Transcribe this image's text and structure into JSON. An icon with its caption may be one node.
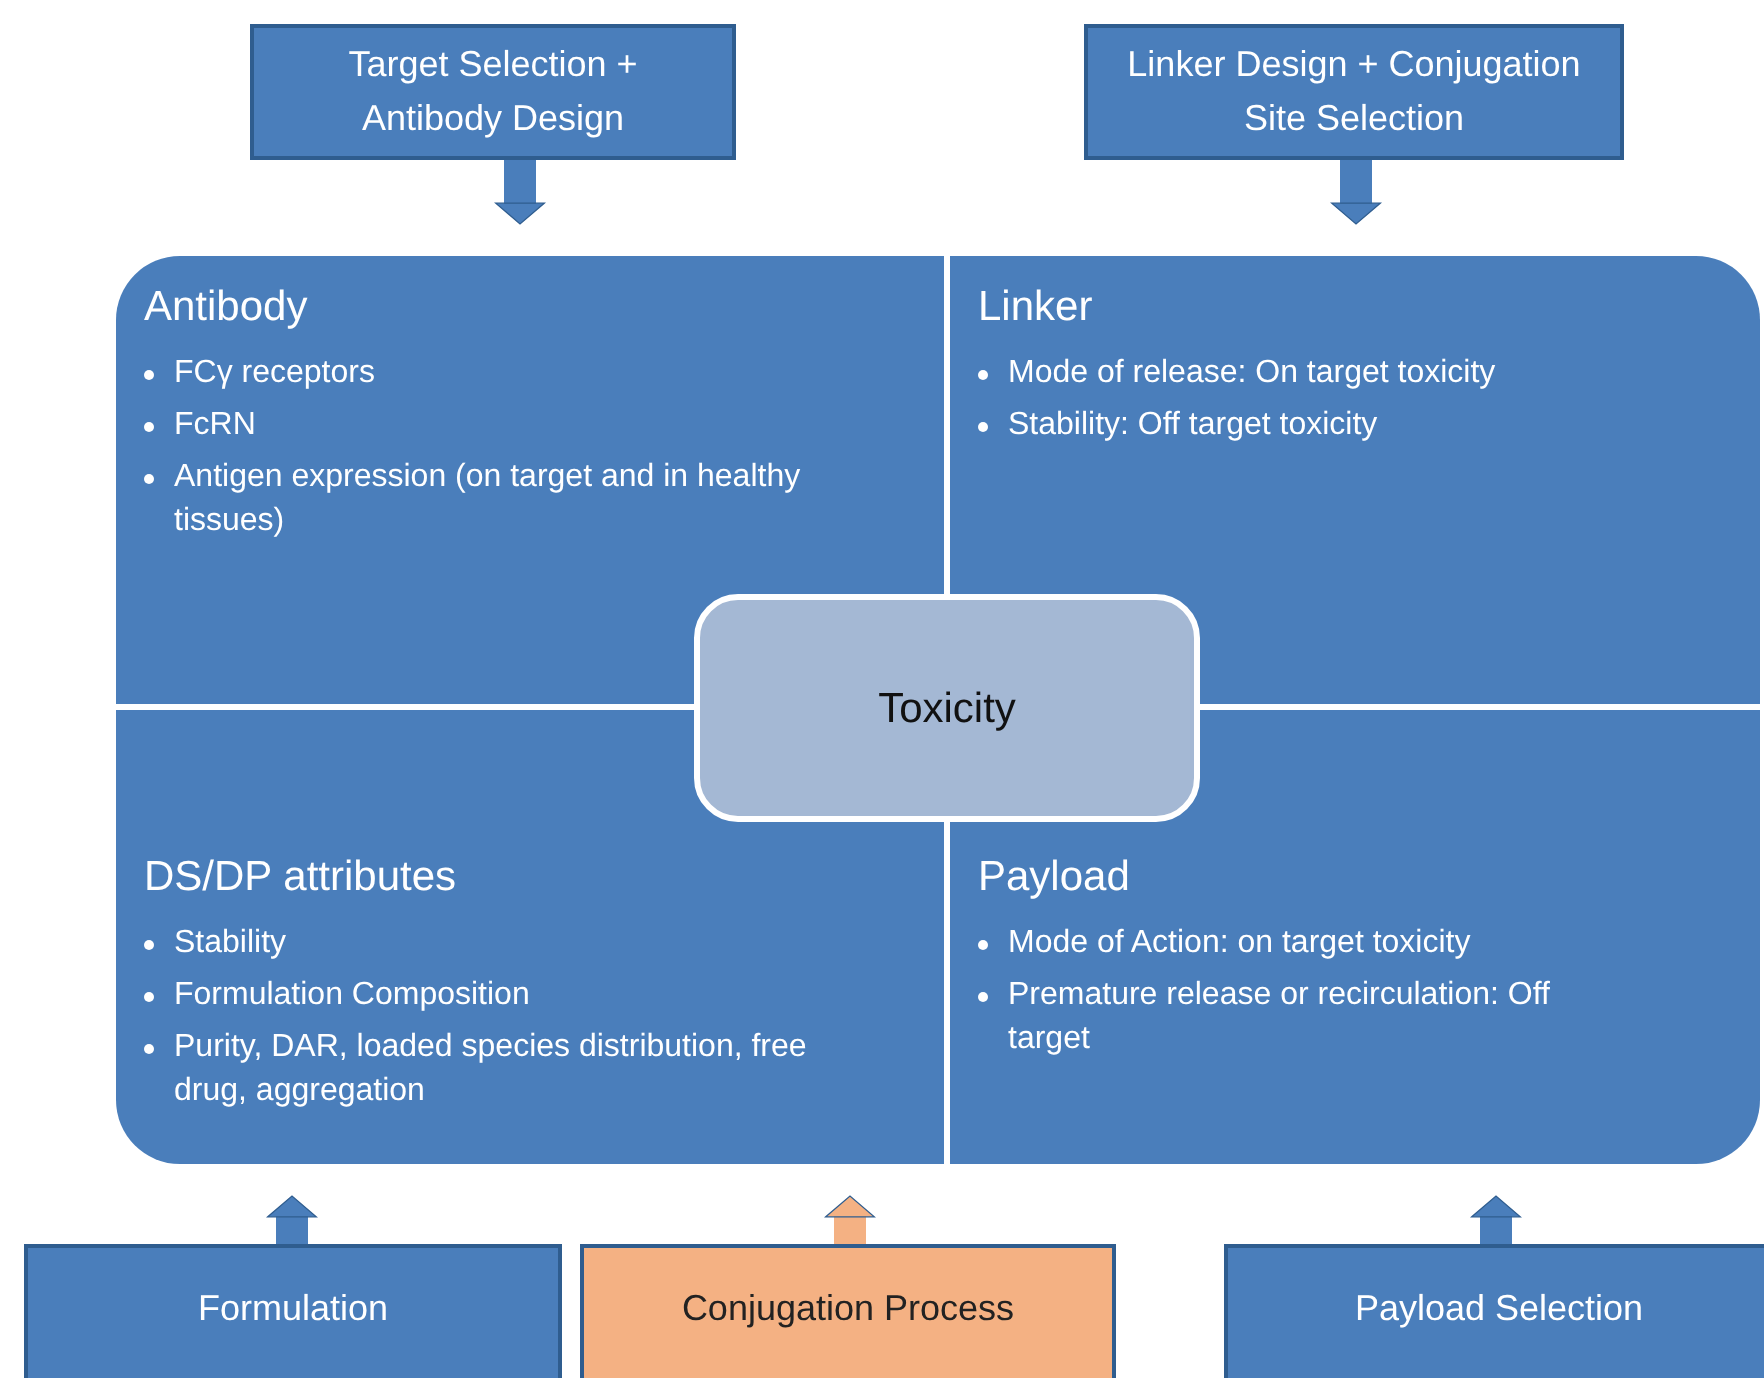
{
  "diagram": {
    "nodes": [
      {
        "text": [
          "Target Selection + Antibody Design"
        ]
      },
      {
        "text": [
          "Linker Design + Conjugation Site Selection"
        ]
      },
      {
        "text": [
          "Antibody",
          "FCγ receptors",
          "FcRN",
          "Antigen expression (on target and in healthy tissues)"
        ]
      },
      {
        "text": [
          "Linker",
          "Mode of release:  On target toxicity",
          "Stability: Off target toxicity"
        ]
      },
      {
        "text": [
          "Toxicity"
        ]
      },
      {
        "text": [
          "DS/DP attributes",
          "Stability",
          "Formulation Composition",
          "Purity, DAR, loaded species distribution, free drug, aggregation"
        ]
      },
      {
        "text": [
          "Payload",
          "Mode of Action: on target toxicity",
          "Premature release or recirculation: Off target"
        ]
      },
      {
        "text": [
          "Formulation"
        ]
      },
      {
        "text": [
          "Conjugation Process"
        ]
      },
      {
        "text": [
          "Payload Selection"
        ]
      }
    ],
    "edges": [
      {
        "from": 0,
        "to": 2,
        "arrow": "to"
      },
      {
        "from": 1,
        "to": 3,
        "arrow": "to"
      },
      {
        "from": 7,
        "to": 5,
        "arrow": "to"
      },
      {
        "from": 8,
        "to": 5,
        "arrow": "to",
        "color": "#f4b183"
      },
      {
        "from": 9,
        "to": 6,
        "arrow": "to"
      }
    ]
  }
}
